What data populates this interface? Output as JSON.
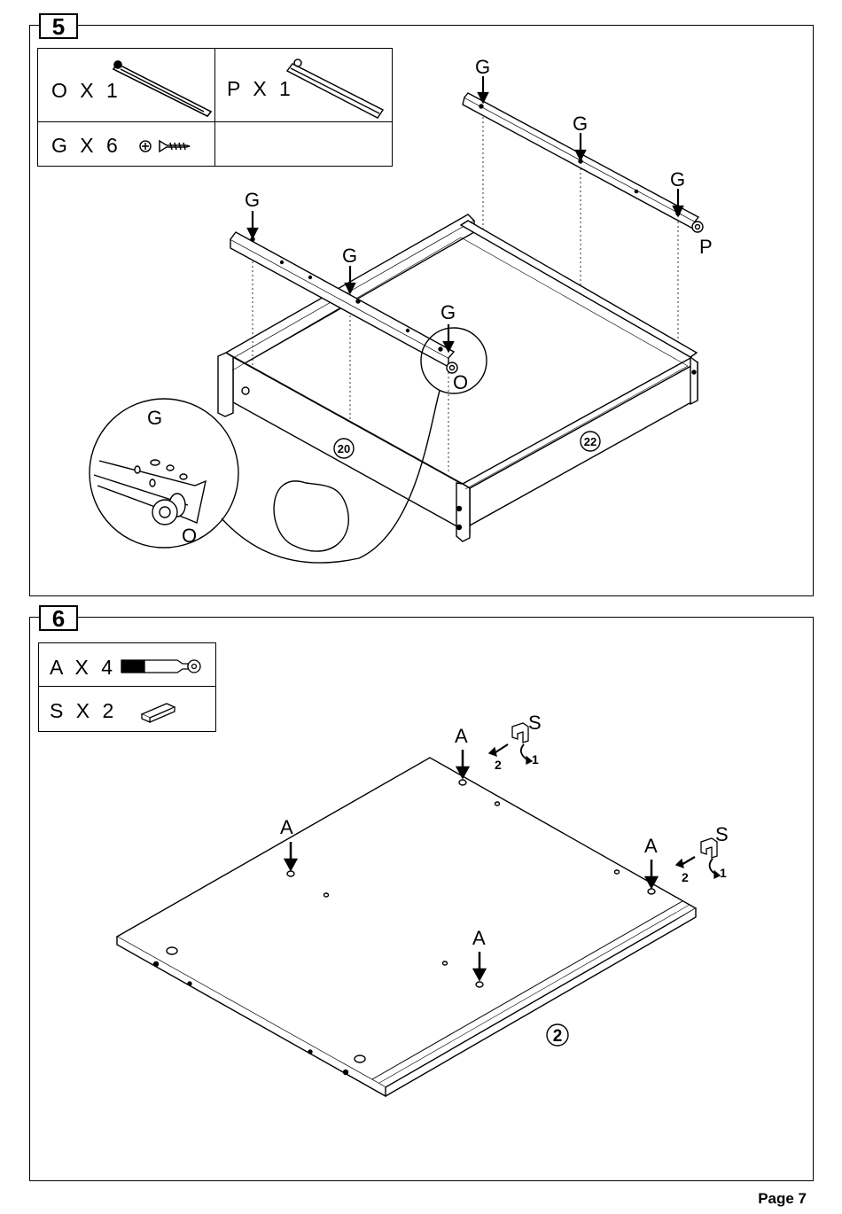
{
  "step5": {
    "number": "5",
    "parts": [
      {
        "code": "O",
        "qty_label": "O X 1",
        "icon": "slide-rail-icon"
      },
      {
        "code": "P",
        "qty_label": "P X 1",
        "icon": "cabinet-rail-icon"
      },
      {
        "code": "G",
        "qty_label": "G X 6",
        "icon": "screw-icon"
      }
    ],
    "callouts": {
      "screw": "G",
      "rail_left": "O",
      "rail_right": "P"
    },
    "panel_refs": {
      "left_side": "20",
      "right_side": "22"
    }
  },
  "step6": {
    "number": "6",
    "parts": [
      {
        "code": "A",
        "qty_label": "A X 4",
        "icon": "cam-bolt-icon"
      },
      {
        "code": "S",
        "qty_label": "S X 2",
        "icon": "cleat-icon"
      }
    ],
    "callouts": {
      "bolt": "A",
      "cleat": "S",
      "step_one": "1",
      "step_two": "2"
    },
    "panel_ref": "2"
  },
  "footer": {
    "page_label": "Page 7"
  }
}
